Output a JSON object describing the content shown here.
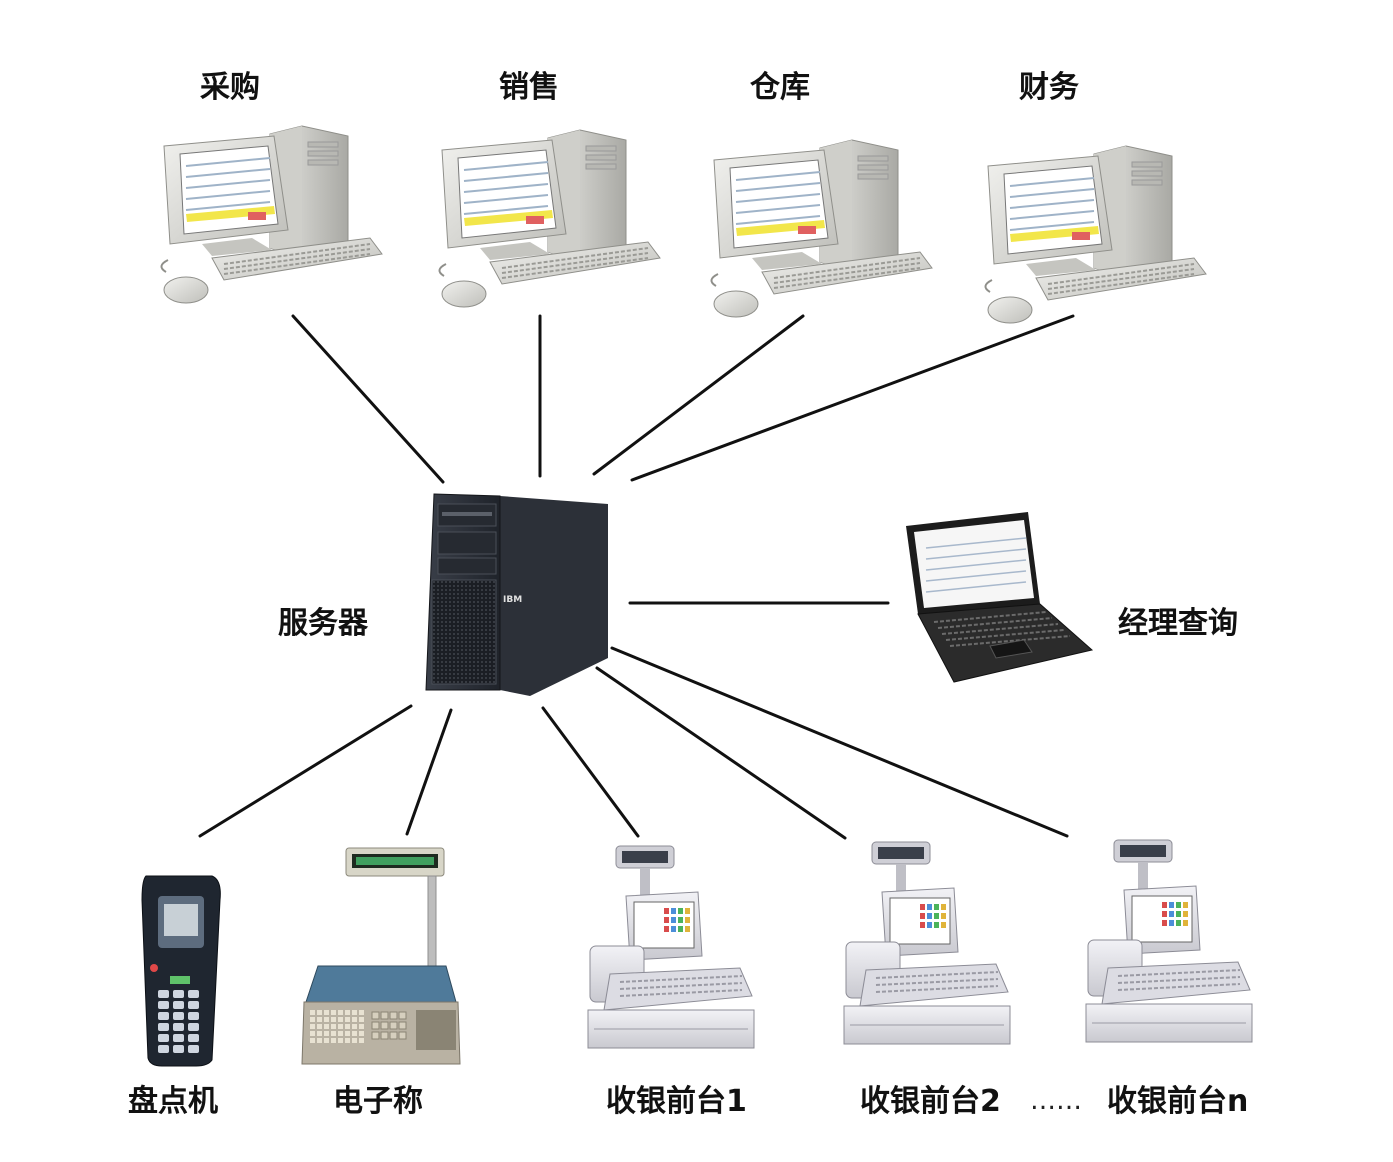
{
  "nodes": {
    "purchase": {
      "label": "采购"
    },
    "sales": {
      "label": "销售"
    },
    "warehouse": {
      "label": "仓库"
    },
    "finance": {
      "label": "财务"
    },
    "server": {
      "label": "服务器",
      "brand": "IBM"
    },
    "manager": {
      "label": "经理查询"
    },
    "inventory_scanner": {
      "label": "盘点机"
    },
    "scale": {
      "label": "电子称"
    },
    "pos1": {
      "label": "收银前台1"
    },
    "pos2": {
      "label": "收银前台2"
    },
    "posn": {
      "label": "收银前台n"
    }
  },
  "ellipsis": "……",
  "colors": {
    "line": "#111111",
    "monitor_bezel": "#d9d9d4",
    "screen_bar": "#f2e64a",
    "server_body": "#2c3038",
    "pos_body": "#e4e4ea"
  }
}
